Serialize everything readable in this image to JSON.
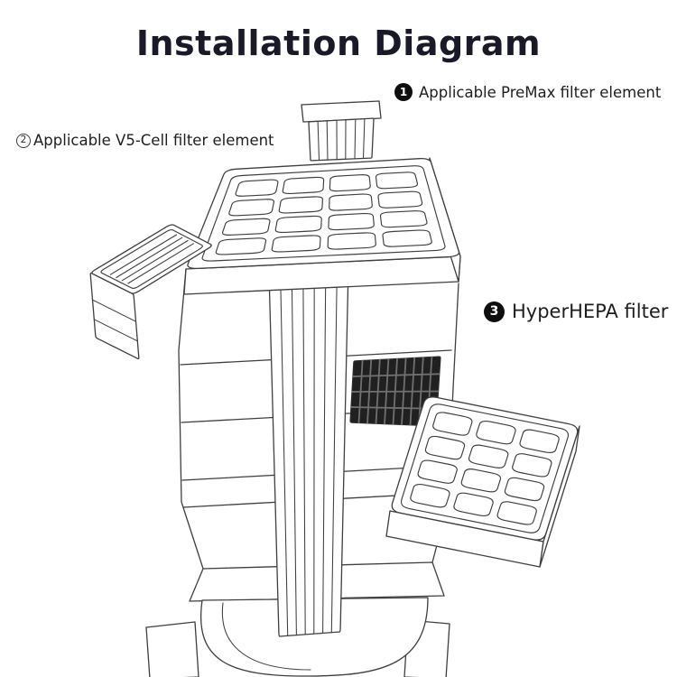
{
  "title": "Installation Diagram",
  "labels": {
    "premax": {
      "badge": "1",
      "text": "Applicable PreMax filter element"
    },
    "v5cell": {
      "badge": "2",
      "text": "Applicable V5-Cell filter element"
    },
    "hyperhepa": {
      "badge": "3",
      "text": "HyperHEPA filter"
    }
  },
  "colors": {
    "title_color": "#191928",
    "text_color": "#1e1e1e",
    "line_color": "#3f3f3f",
    "hepa_dark": "#202020",
    "badge_bg": "#0e0e0e",
    "badge_fg": "#ffffff"
  }
}
